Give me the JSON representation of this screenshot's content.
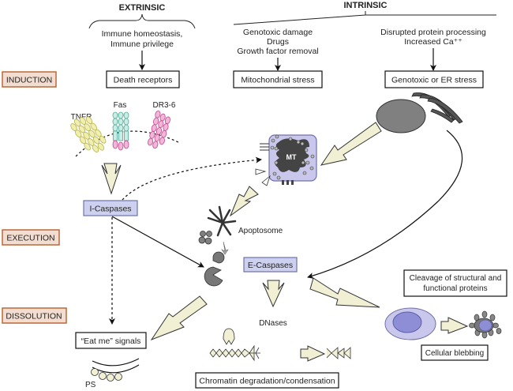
{
  "headers": {
    "extrinsic": "EXTRINSIC",
    "intrinsic": "INTRINSIC"
  },
  "stages": {
    "induction": "INDUCTION",
    "execution": "EXECUTION",
    "dissolution": "DISSOLUTION"
  },
  "triggers": {
    "extrinsic": [
      "Immune homeostasis,",
      "Immune privilege"
    ],
    "mitochondrial": [
      "Genotoxic damage",
      "Drugs",
      "Growth factor removal"
    ],
    "er": [
      "Disrupted protein processing",
      "Increased Ca⁺⁺"
    ]
  },
  "boxes": {
    "death_receptors": "Death receptors",
    "mitochondrial_stress": "Mitochondrial stress",
    "genotoxic_er_stress": "Genotoxic or ER stress",
    "i_caspases": "I-Caspases",
    "e_caspases": "E-Caspases",
    "eat_me": "“Eat me” signals",
    "chromatin": "Chromatin degradation/condensation",
    "cleavage": [
      "Cleavage of structural and",
      "functional proteins"
    ],
    "blebbing": "Cellular blebbing"
  },
  "receptors": {
    "tnfr": "TNFR",
    "fas": "Fas",
    "dr": "DR3-6"
  },
  "labels": {
    "mt": "MT",
    "apoptosome": "Apoptosome",
    "dnases": "DNases",
    "ps": "PS"
  },
  "colors": {
    "stage_fill": "#f3ddd0",
    "stage_border": "#b8693a",
    "caspase_fill": "#cdd0ee",
    "caspase_border": "#6f72a8",
    "arrow_fill": "#f2f0d4",
    "mito_fill": "#c9c8ec",
    "tnfr": "#e2e08a",
    "fas": "#8fcfc3",
    "fas_tail": "#e48bc0",
    "dr": "#e48bc0",
    "gray": "#7f7f7f",
    "dark": "#4a4a4a"
  }
}
